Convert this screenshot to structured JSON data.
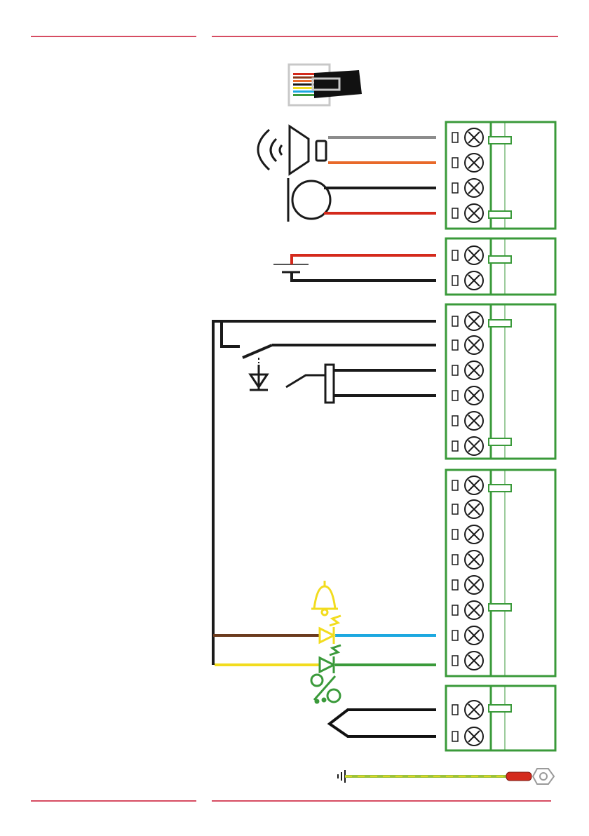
{
  "page": {
    "description_visible_text": "",
    "colors": {
      "accent_rule": "#c8102e",
      "terminal_green": "#3a9a3a",
      "wire_black": "#1a1a1a",
      "wire_grey": "#8c8c8c",
      "wire_orange": "#e8692a",
      "wire_red": "#d42a1c",
      "wire_brown": "#6b3b1e",
      "wire_yellow": "#f2dc1e",
      "wire_blue": "#1ca8e0",
      "wire_green": "#3a9a3a",
      "led_yellow": "#f2dc1e",
      "earth_green_yellow": "#9cc23a"
    }
  },
  "diagram": {
    "icons": [
      "rj-connector-icon",
      "speaker-icon",
      "microphone-icon",
      "power-supply-icon",
      "relay-contact-icon",
      "diode-icon",
      "door-lock-icon",
      "bell-icon",
      "yellow-led-icon",
      "green-led-icon",
      "unlock-indicator-icon",
      "cable-shield-icon",
      "earth-ground-icon",
      "ring-terminal-icon"
    ],
    "terminal_blocks": [
      {
        "name": "audio-terminal-block",
        "terminals": 4
      },
      {
        "name": "power-terminal-block",
        "terminals": 2
      },
      {
        "name": "relay-terminal-block",
        "terminals": 6
      },
      {
        "name": "io-terminal-block",
        "terminals": 8
      },
      {
        "name": "cable-terminal-block",
        "terminals": 2
      }
    ]
  }
}
